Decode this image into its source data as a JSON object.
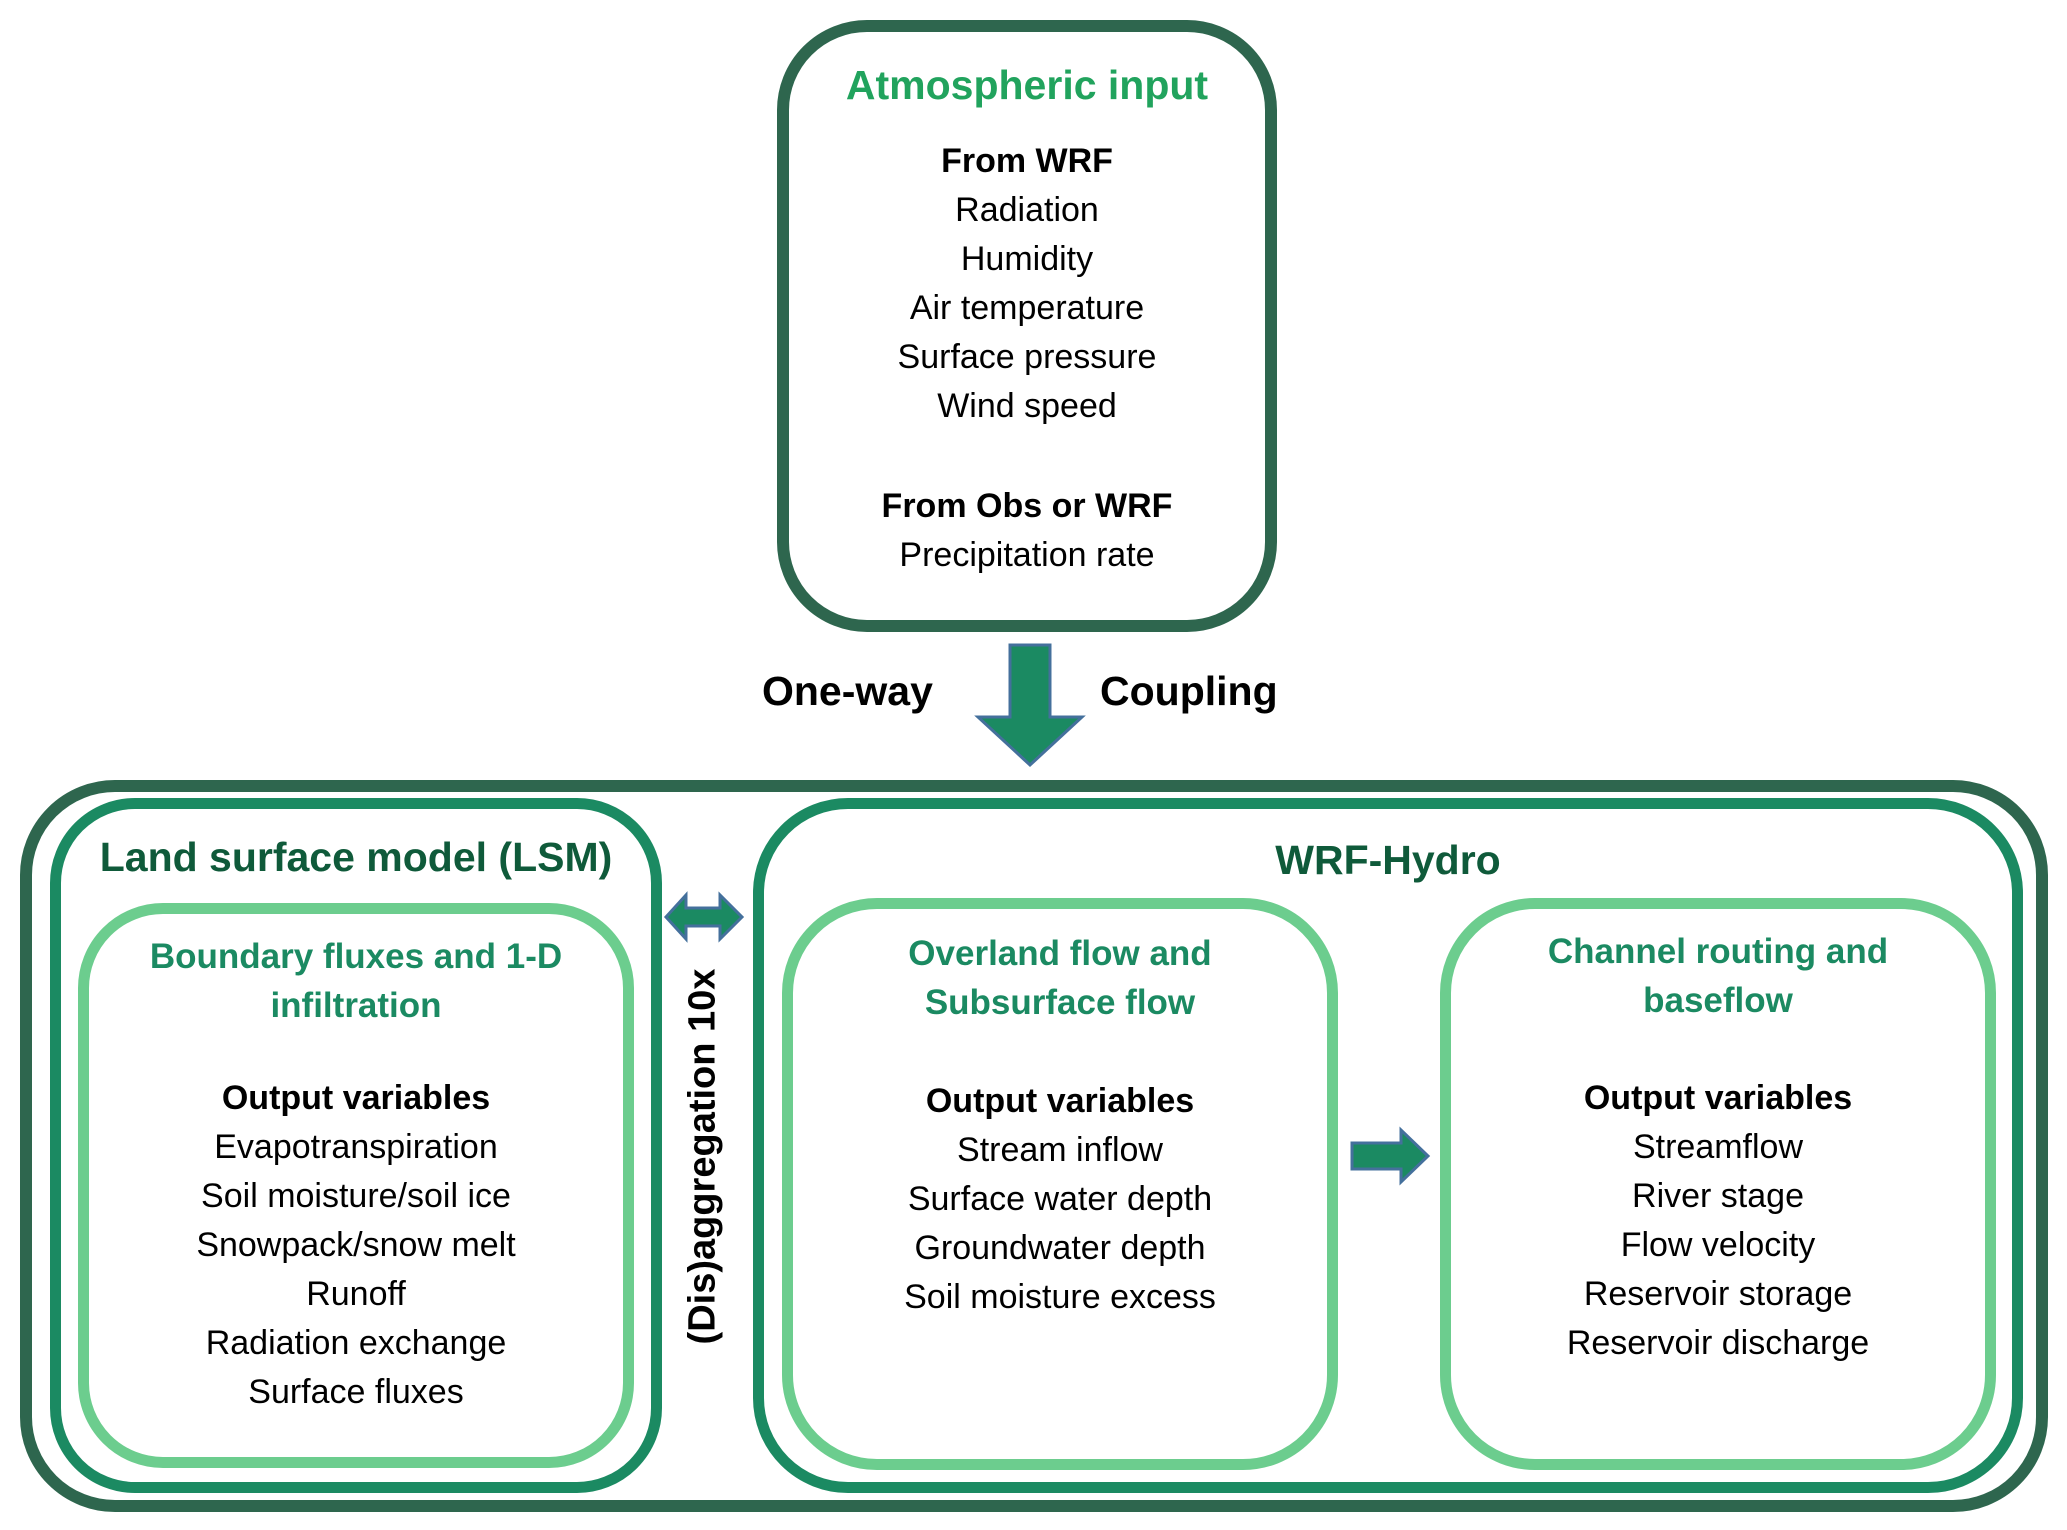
{
  "atmospheric": {
    "title": "Atmospheric input",
    "group1_heading": "From WRF",
    "group1_items": [
      "Radiation",
      "Humidity",
      "Air temperature",
      "Surface pressure",
      "Wind speed"
    ],
    "group2_heading": "From Obs or WRF",
    "group2_items": [
      "Precipitation rate"
    ]
  },
  "coupling": {
    "left_label": "One-way",
    "right_label": "Coupling"
  },
  "lsm": {
    "title": "Land surface model (LSM)",
    "inner": {
      "title_lines": [
        "Boundary fluxes and 1-D",
        "infiltration"
      ],
      "heading": "Output variables",
      "items": [
        "Evapotranspiration",
        "Soil moisture/soil ice",
        "Snowpack/snow melt",
        "Runoff",
        "Radiation exchange",
        "Surface fluxes"
      ]
    }
  },
  "aggregation_label": "(Dis)aggregation 10x",
  "wrf_hydro": {
    "title": "WRF-Hydro",
    "overland": {
      "title_lines": [
        "Overland flow and",
        "Subsurface flow"
      ],
      "heading": "Output variables",
      "items": [
        "Stream inflow",
        "Surface water depth",
        "Groundwater depth",
        "Soil moisture excess"
      ]
    },
    "channel": {
      "title_lines": [
        "Channel routing and",
        "baseflow"
      ],
      "heading": "Output variables",
      "items": [
        "Streamflow",
        "River stage",
        "Flow velocity",
        "Reservoir storage",
        "Reservoir discharge"
      ]
    }
  },
  "colors": {
    "outer_border": "#2e664e",
    "mid_border": "#1b8a62",
    "light_border": "#6ccd8e",
    "arrow_fill": "#1b8a62",
    "arrow_outline": "#44709c",
    "title_green": "#21a35d"
  }
}
